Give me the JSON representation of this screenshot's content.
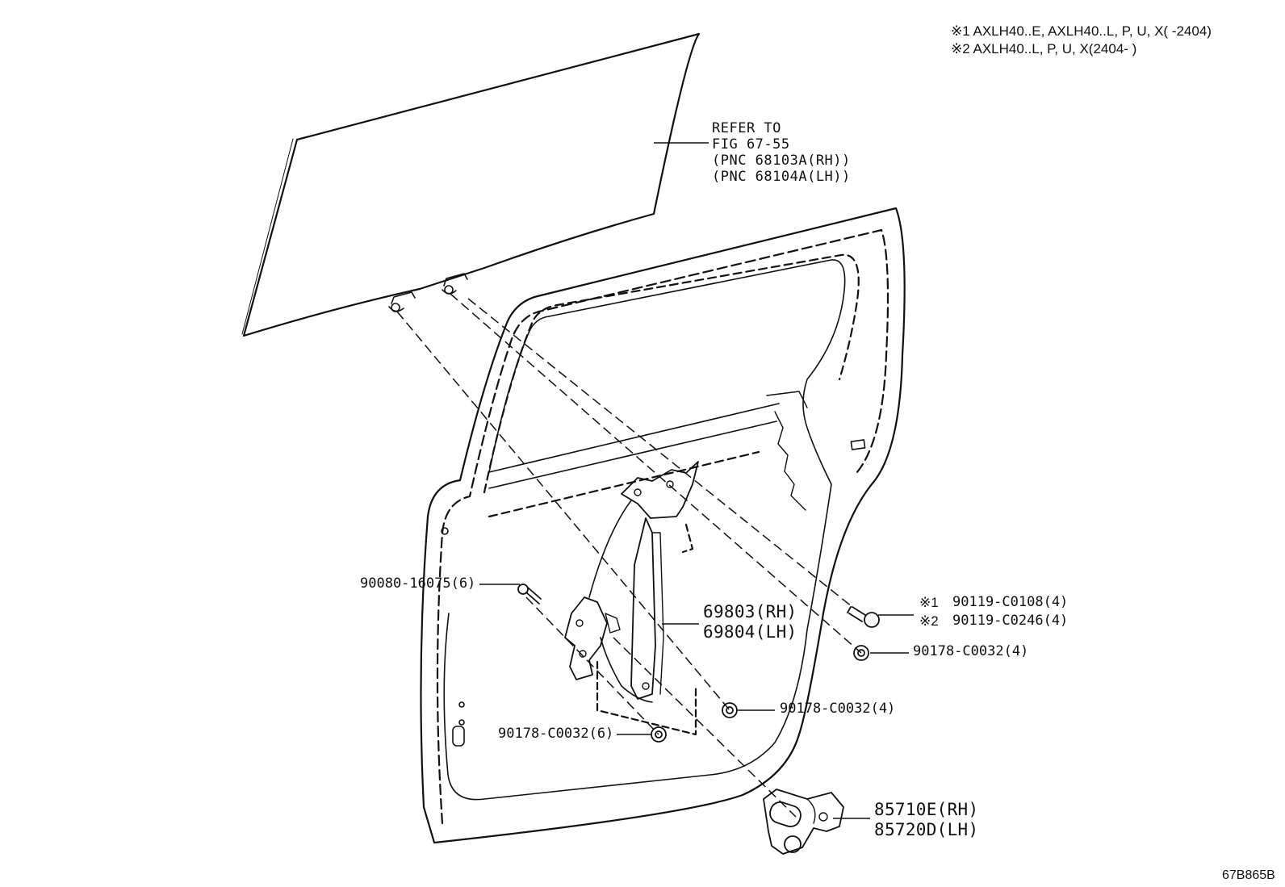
{
  "notes": {
    "note1": "※1 AXLH40..E, AXLH40..L, P, U, X(      -2404)",
    "note2": "※2 AXLH40..L, P, U, X(2404-       )"
  },
  "refer": {
    "line1": "REFER TO",
    "line2": "FIG 67-55",
    "line3": "(PNC 68103A(RH))",
    "line4": "(PNC 68104A(LH))"
  },
  "parts": {
    "bolt_6": "90080-16075(6)",
    "regulator_rh": "69803(RH)",
    "regulator_lh": "69804(LH)",
    "bolt_mark1": "※1",
    "bolt_mark1_pn": "90119-C0108(4)",
    "bolt_mark2": "※2",
    "bolt_mark2_pn": "90119-C0246(4)",
    "nut_4_upper": "90178-C0032(4)",
    "nut_4_lower": "90178-C0032(4)",
    "nut_6": "90178-C0032(6)",
    "motor_rh": "85710E(RH)",
    "motor_lh": "85720D(LH)"
  },
  "figure_code": "67B865B"
}
